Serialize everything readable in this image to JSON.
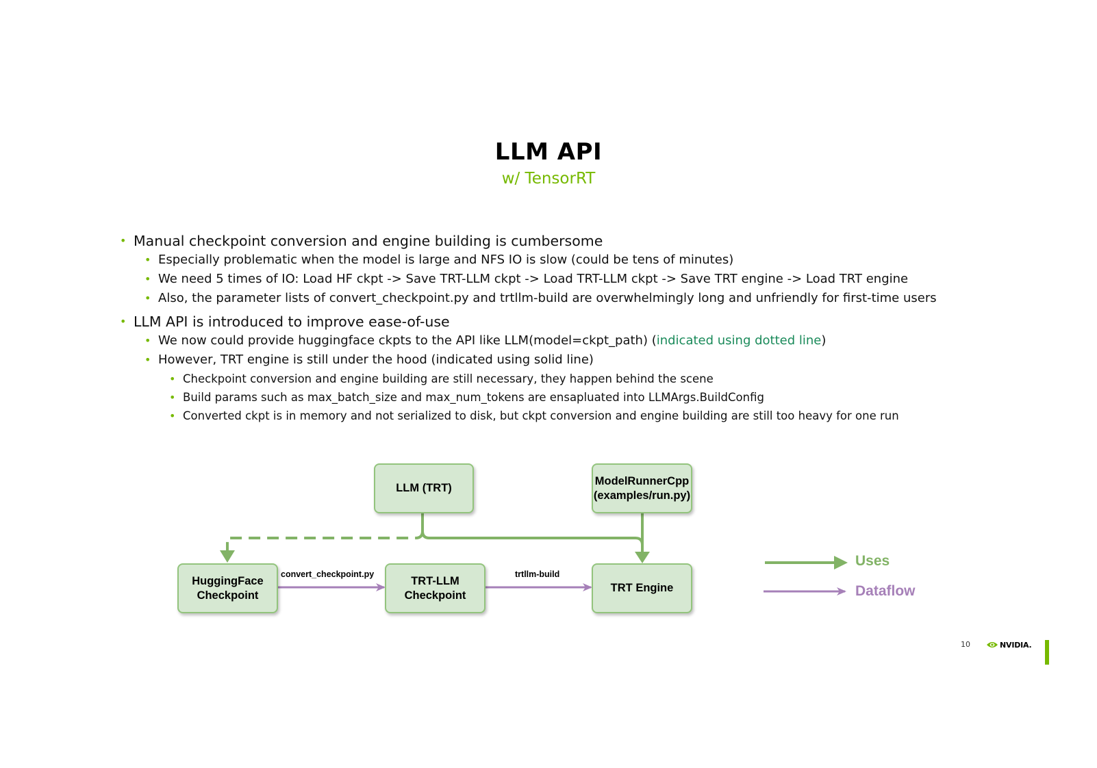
{
  "slide": {
    "title": "LLM API",
    "subtitle": "w/ TensorRT"
  },
  "bullets": {
    "b1_a": "Manual checkpoint conversion and engine building is cumbersome",
    "b2_a1": "Especially problematic when the model is large and NFS IO is slow (could be tens of minutes)",
    "b2_a2": "We need 5 times of IO: Load HF ckpt -> Save TRT-LLM ckpt -> Load TRT-LLM ckpt -> Save TRT engine -> Load TRT engine",
    "b2_a3": "Also, the parameter lists of convert_checkpoint.py and trtllm-build are overwhelmingly long and unfriendly for first-time users",
    "b1_b": "LLM API is introduced to improve ease-of-use",
    "b2_b1_pre": "We now could provide huggingface ckpts to the API like LLM(model=ckpt_path) (",
    "b2_b1_green": "indicated using dotted line",
    "b2_b1_post": ")",
    "b2_b2": "However, TRT engine is still under the hood (indicated using solid line)",
    "b3_1": "Checkpoint conversion and engine building are still necessary, they happen behind the scene",
    "b3_2": "Build params such as max_batch_size and max_num_tokens are ensapluated into LLMArgs.BuildConfig",
    "b3_3": "Converted ckpt is in memory and not serialized to disk, but ckpt conversion and engine building are still too heavy for one run"
  },
  "diagram": {
    "nodes": {
      "llm_trt": "LLM (TRT)",
      "model_runner": "ModelRunnerCpp\n(examples/run.py)",
      "hf_checkpoint": "HuggingFace\nCheckpoint",
      "trtllm_checkpoint": "TRT-LLM\nCheckpoint",
      "trt_engine": "TRT Engine"
    },
    "edge_labels": {
      "convert": "convert_checkpoint.py",
      "build": "trtllm-build"
    },
    "legend": {
      "uses": "Uses",
      "dataflow": "Dataflow"
    }
  },
  "colors": {
    "accent_green": "#76b900",
    "uses_green": "#82b366",
    "dataflow_purple": "#a680b8",
    "node_fill": "#d6e8d2",
    "node_border": "#93c47d",
    "highlight_text": "#1a8a5a"
  },
  "footer": {
    "page_number": "10",
    "logo_icon": "nvidia-eye-logo",
    "logo_text": "NVIDIA."
  }
}
